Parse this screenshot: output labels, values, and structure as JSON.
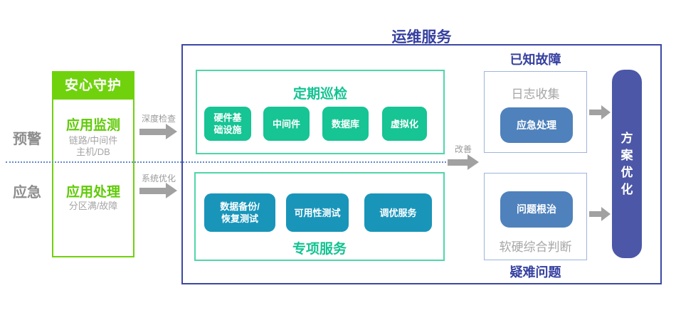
{
  "diagram": {
    "left": {
      "row_labels": [
        {
          "label": "预警"
        },
        {
          "label": "应急"
        }
      ],
      "guard": {
        "header": "安心守护",
        "monitor_title": "应用监测",
        "monitor_line1": "链路/中间件",
        "monitor_line2": "主机/DB",
        "handle_title": "应用处理",
        "handle_line1": "分区满/故障"
      },
      "arrow_top_label": "深度检查",
      "arrow_bottom_label": "系统优化"
    },
    "main": {
      "title": "运维服务",
      "inspection": {
        "title": "定期巡检",
        "items": [
          "硬件基\n础设施",
          "中间件",
          "数据库",
          "虚拟化"
        ]
      },
      "special": {
        "title": "专项服务",
        "items": [
          "数据备份/\n恢复测试",
          "可用性测试",
          "调优服务"
        ]
      },
      "improve_label": "改善"
    },
    "right": {
      "known_fault": {
        "title": "已知故障",
        "text": "日志收集",
        "button": "应急处理"
      },
      "difficult": {
        "title": "疑难问题",
        "button": "问题根治",
        "text": "软硬综合判断"
      },
      "bar_label": "方案优化"
    },
    "colors": {
      "bright_green": "#70d20d",
      "emerald_button": "#16c494",
      "mint_border": "#50d6aa",
      "teal_button": "#1995ba",
      "dark_blue_title": "#3641a0",
      "big_box_border": "#3c49a3",
      "light_blue_border": "#9db4de",
      "steel_blue_button": "#4f82bc",
      "indigo_bar": "#4c57a7",
      "gray_text": "#a6a6a6",
      "arrow_gray": "#a1a1a1",
      "dotted_line_blue": "#6189cf"
    }
  }
}
